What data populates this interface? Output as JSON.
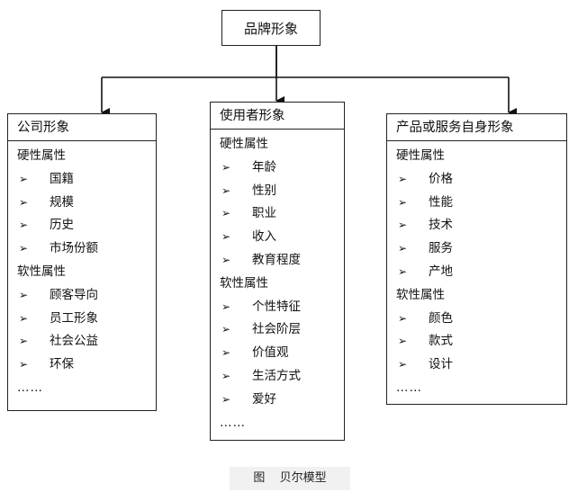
{
  "root": {
    "label": "品牌形象"
  },
  "columns": [
    {
      "title": "公司形象",
      "hard_label": "硬性属性",
      "hard_items": [
        "国籍",
        "规模",
        "历史",
        "市场份额"
      ],
      "soft_label": "软性属性",
      "soft_items": [
        "顾客导向",
        "员工形象",
        "社会公益",
        "环保"
      ],
      "ellipsis": "……"
    },
    {
      "title": "使用者形象",
      "hard_label": "硬性属性",
      "hard_items": [
        "年龄",
        "性别",
        "职业",
        "收入",
        "教育程度"
      ],
      "soft_label": "软性属性",
      "soft_items": [
        "个性特征",
        "社会阶层",
        "价值观",
        "生活方式",
        "爱好"
      ],
      "ellipsis": "……"
    },
    {
      "title": "产品或服务自身形象",
      "hard_label": "硬性属性",
      "hard_items": [
        "价格",
        "性能",
        "技术",
        "服务",
        "产地"
      ],
      "soft_label": "软性属性",
      "soft_items": [
        "颜色",
        "款式",
        "设计"
      ],
      "ellipsis": "……"
    }
  ],
  "bullet": "➢",
  "caption": {
    "prefix": "图",
    "title": "贝尔模型"
  }
}
